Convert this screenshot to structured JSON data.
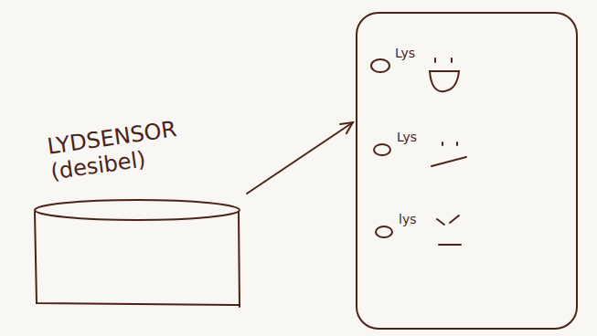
{
  "diagram": {
    "nodes": [
      {
        "text": [
          "LYDSENSOR (desibel)"
        ]
      },
      {
        "text": [
          "Lys",
          "Lys",
          "lys"
        ]
      }
    ],
    "edges": [
      {
        "from": 0,
        "to": 1,
        "arrow": "to"
      }
    ]
  }
}
